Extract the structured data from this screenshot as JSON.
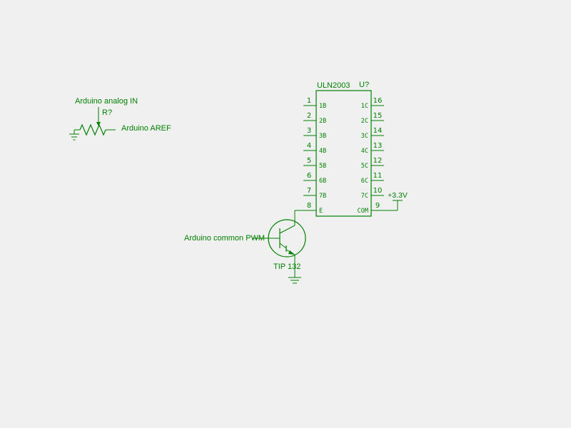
{
  "colors": {
    "background": "#f0f0f0",
    "schematic_green": "#008000"
  },
  "potentiometer": {
    "ref": "R?",
    "net_analog_in": "Arduino analog IN",
    "net_aref": "Arduino AREF"
  },
  "ic": {
    "title": "ULN2003",
    "ref": "U?",
    "left_pins": [
      {
        "num": "1",
        "label": "1B"
      },
      {
        "num": "2",
        "label": "2B"
      },
      {
        "num": "3",
        "label": "3B"
      },
      {
        "num": "4",
        "label": "4B"
      },
      {
        "num": "5",
        "label": "5B"
      },
      {
        "num": "6",
        "label": "6B"
      },
      {
        "num": "7",
        "label": "7B"
      },
      {
        "num": "8",
        "label": "E"
      }
    ],
    "right_pins": [
      {
        "num": "16",
        "label": "1C"
      },
      {
        "num": "15",
        "label": "2C"
      },
      {
        "num": "14",
        "label": "3C"
      },
      {
        "num": "13",
        "label": "4C"
      },
      {
        "num": "12",
        "label": "5C"
      },
      {
        "num": "11",
        "label": "6C"
      },
      {
        "num": "10",
        "label": "7C"
      },
      {
        "num": "9",
        "label": "COM"
      }
    ]
  },
  "transistor": {
    "part": "TIP 132",
    "net_base": "Arduino common PWM"
  },
  "power": {
    "net": "+3.3V"
  }
}
